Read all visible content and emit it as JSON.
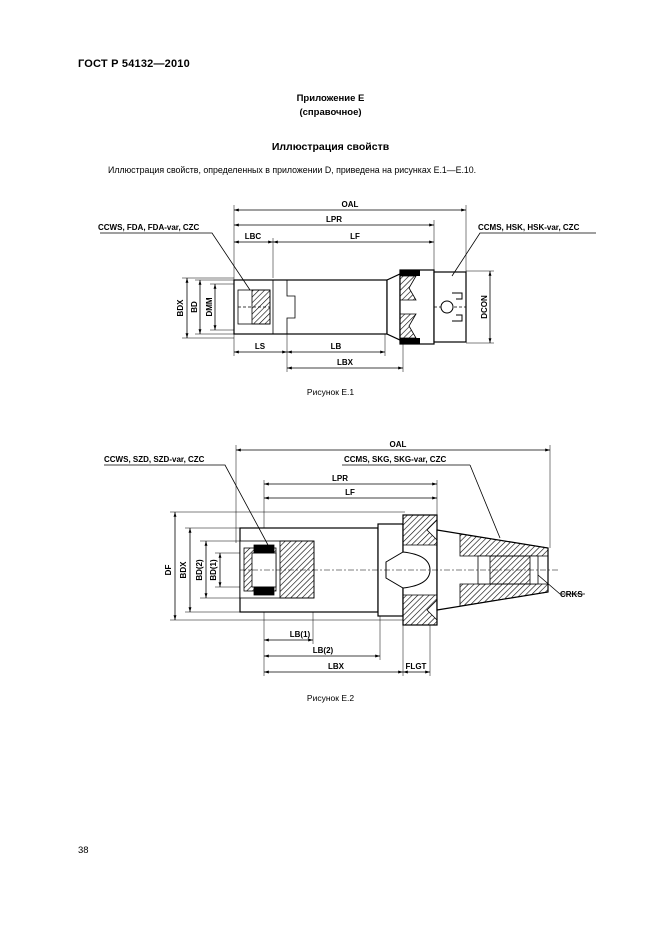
{
  "header": {
    "doc_id": "ГОСТ Р 54132—2010"
  },
  "appendix": {
    "title": "Приложение E",
    "subtitle": "(справочное)"
  },
  "section": {
    "title": "Иллюстрация свойств",
    "intro": "Иллюстрация свойств, определенных в приложении D, приведена на рисунках E.1—E.10."
  },
  "figure1": {
    "caption": "Рисунок E.1",
    "labels": {
      "oal": "OAL",
      "lpr": "LPR",
      "lbc": "LBC",
      "lf": "LF",
      "ls": "LS",
      "lb": "LB",
      "lbx": "LBX",
      "bdx": "BDX",
      "bd": "BD",
      "dmm": "DMM",
      "dcon": "DCON",
      "left_callout": "CCWS, FDA, FDA-var, CZC",
      "right_callout": "CCMS, HSK, HSK-var, CZC"
    }
  },
  "figure2": {
    "caption": "Рисунок E.2",
    "labels": {
      "oal": "OAL",
      "lpr": "LPR",
      "lf": "LF",
      "lb1": "LB(1)",
      "lb2": "LB(2)",
      "lbx": "LBX",
      "flgt": "FLGT",
      "df": "DF",
      "bdx": "BDX",
      "bd2": "BD(2)",
      "bd1": "BD(1)",
      "crks": "CRKS",
      "left_callout": "CCWS, SZD, SZD-var, CZC",
      "right_callout": "CCMS, SKG, SKG-var, CZC"
    }
  },
  "footer": {
    "page_number": "38"
  }
}
